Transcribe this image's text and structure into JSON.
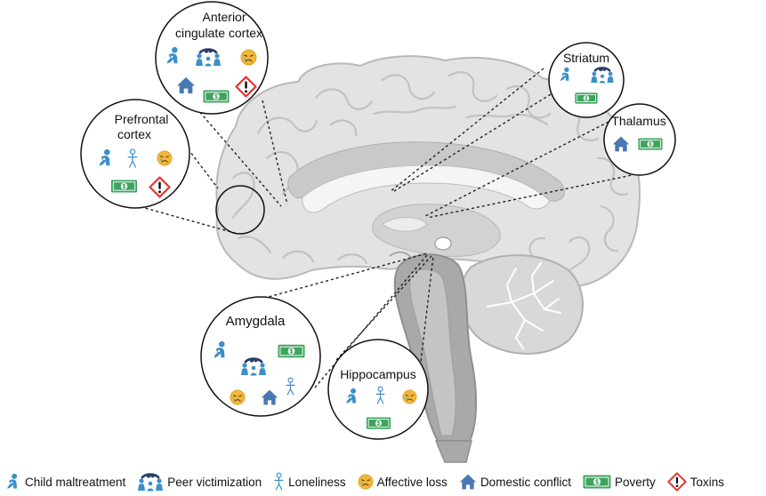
{
  "regions": {
    "anterior_cingulate": {
      "line1": "Anterior",
      "line2": "cingulate cortex"
    },
    "prefrontal": {
      "line1": "Prefrontal",
      "line2": "cortex"
    },
    "striatum": {
      "label": "Striatum"
    },
    "thalamus": {
      "label": "Thalamus"
    },
    "amygdala": {
      "label": "Amygdala"
    },
    "hippocampus": {
      "label": "Hippocampus"
    }
  },
  "legend": {
    "child_maltreatment": "Child maltreatment",
    "peer_victimization": "Peer victimization",
    "loneliness": "Loneliness",
    "affective_loss": "Affective loss",
    "domestic_conflict": "Domestic conflict",
    "poverty": "Poverty",
    "toxins": "Toxins"
  },
  "icons": {
    "child_maltreatment": "child-maltreatment-icon",
    "peer_victimization": "peer-victimization-icon",
    "loneliness": "loneliness-icon",
    "affective_loss": "affective-loss-icon",
    "domestic_conflict": "domestic-conflict-icon",
    "poverty": "poverty-icon",
    "toxins": "toxins-icon"
  },
  "colors": {
    "person_blue": "#3d8fc9",
    "house_blue": "#4a78b5",
    "money_green": "#3ea35e",
    "toxin_red": "#e53935",
    "emoji_yellow": "#f1b73a"
  }
}
